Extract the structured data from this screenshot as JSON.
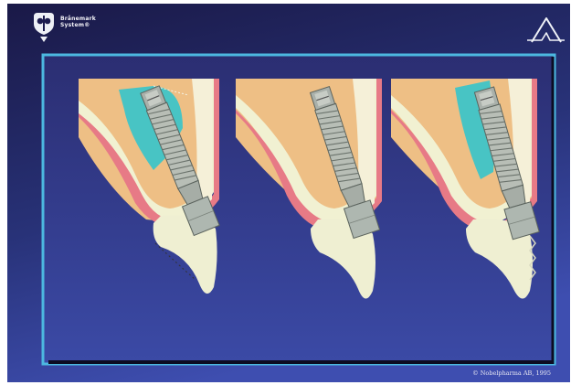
{
  "logo": {
    "line1": "Brånemark",
    "line2": "System®"
  },
  "copyright": "© Nobelpharma AB, 1995",
  "icons": {
    "logo": "branemark-system-logo-icon",
    "corner": "nobelpharma-triangle-logo-icon"
  },
  "panels": [
    {
      "name": "implant-panel-left"
    },
    {
      "name": "implant-panel-middle"
    },
    {
      "name": "implant-panel-right"
    }
  ],
  "colors": {
    "background_top": "#1c1b4e",
    "background_bottom": "#3c4aa8",
    "frame": "#4cb8e0",
    "bone": "#eebf85",
    "gingiva": "#e77a86",
    "tooth": "#f1f1d2",
    "implant": "#b4bbb4",
    "graft": "#4ec8c8"
  }
}
